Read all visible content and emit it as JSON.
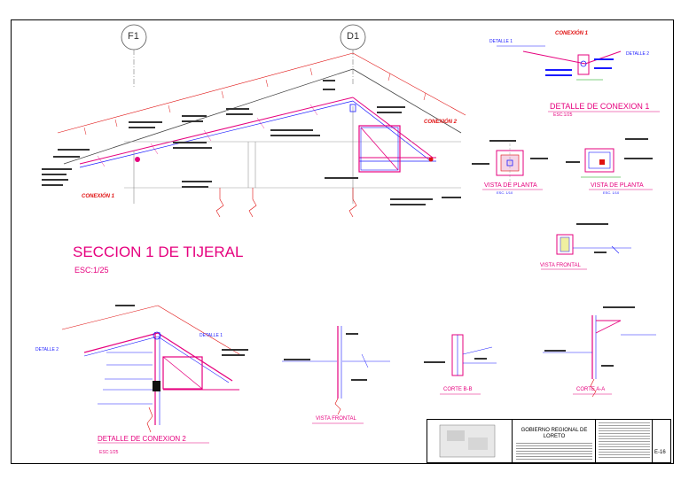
{
  "axes": {
    "f1": "F1",
    "d1": "D1"
  },
  "main": {
    "title": "SECCION 1 DE TIJERAL",
    "scale": "ESC:1/25",
    "conexion1_tag": "CONEXIÓN 1",
    "conexion2_tag": "CONEXIÓN 2"
  },
  "detail1": {
    "tag": "CONEXIÓN 1",
    "label_left": "DETALLE 1",
    "label_right": "DETALLE 2",
    "title": "DETALLE DE CONEXION 1",
    "scale": "ESC:1/25"
  },
  "plan_views": {
    "left_title": "VISTA DE PLANTA",
    "left_scale": "ESC. 1/10",
    "right_title": "VISTA DE PLANTA",
    "right_scale": "ESC. 1/10"
  },
  "vista_frontal_right": {
    "title": "VISTA FRONTAL"
  },
  "detail2": {
    "label_detalle1": "DETALLE 1",
    "label_detalle2": "DETALLE 2",
    "title": "DETALLE DE CONEXION 2",
    "scale": "ESC:1/25"
  },
  "bottom_views": {
    "vista_frontal": "VISTA FRONTAL",
    "corte_bb": "CORTE B-B",
    "corte_aa": "CORTE A-A"
  },
  "title_block": {
    "client": "GOBIERNO REGIONAL DE LORETO",
    "sheet": "E-16"
  },
  "colors": {
    "magenta": "#e6007e",
    "red": "#e01010",
    "blue": "#1a1aff",
    "green": "#00a000",
    "yellow": "#d8d800"
  }
}
